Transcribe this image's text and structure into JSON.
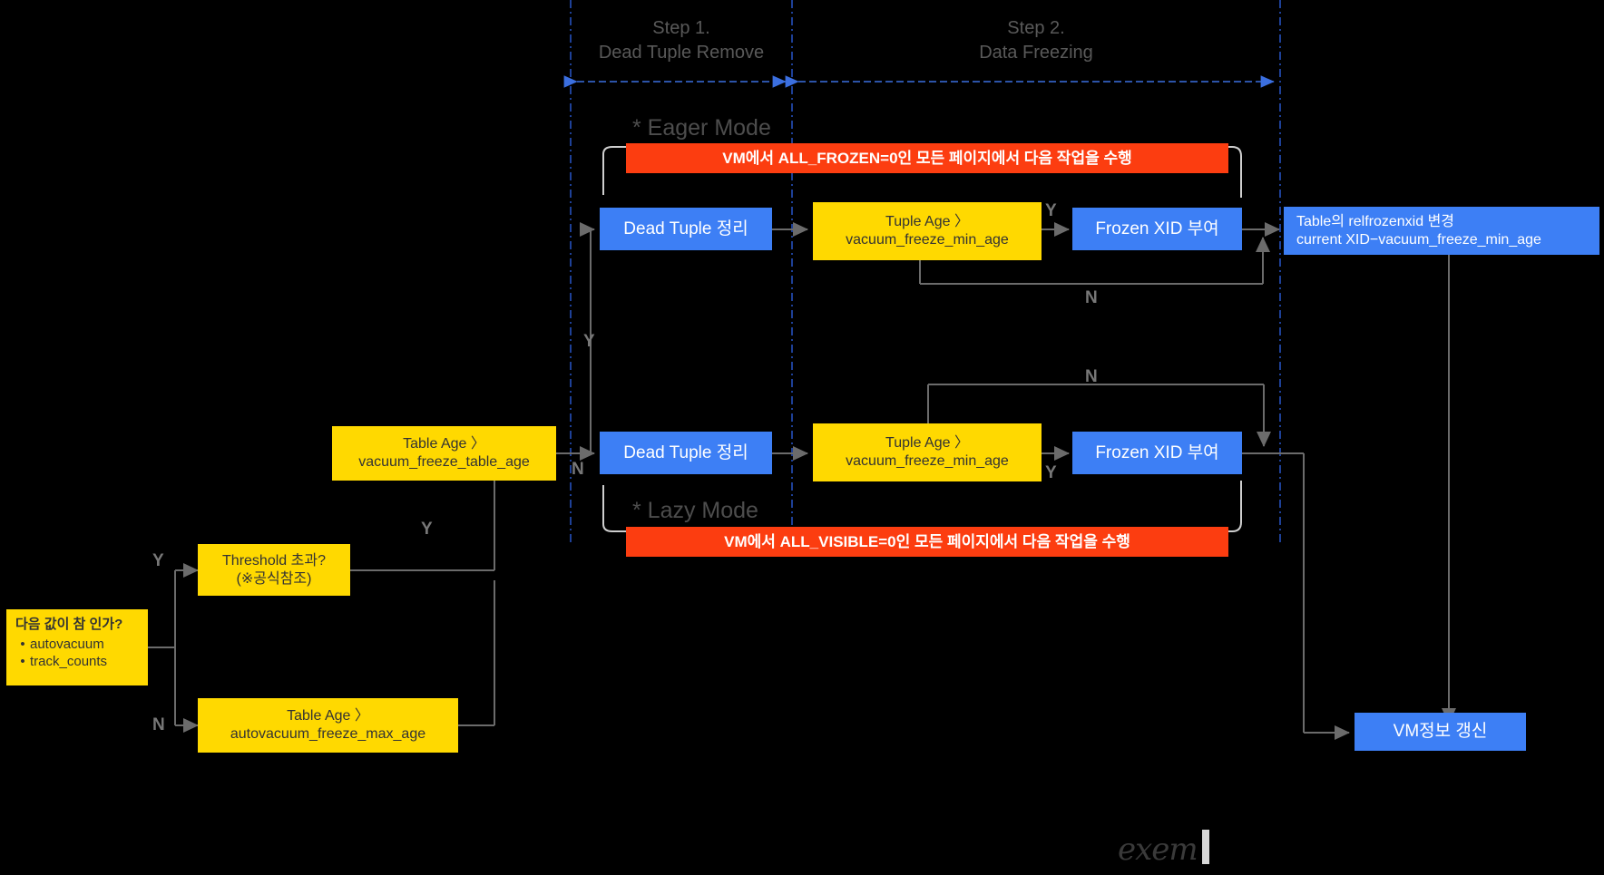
{
  "diagram": {
    "title_hidden": "",
    "colors": {
      "background": "#000000",
      "blue": "#3d7ff5",
      "yellow": "#ffd900",
      "orange": "#fc3d10",
      "line": "#6b6b6b",
      "step_divider": "#2a5bd7",
      "label": "#777777"
    },
    "steps": [
      {
        "id": "step1",
        "line1": "Step 1.",
        "line2": "Dead Tuple Remove"
      },
      {
        "id": "step2",
        "line1": "Step 2.",
        "line2": "Data Freezing"
      }
    ],
    "modes": [
      {
        "id": "eager",
        "label": "* Eager Mode",
        "banner": "VM에서 ALL_FROZEN=0인 모든 페이지에서 다음 작업을 수행"
      },
      {
        "id": "lazy",
        "label": "* Lazy Mode",
        "banner": "VM에서 ALL_VISIBLE=0인 모든 페이지에서 다음 작업을 수행"
      }
    ],
    "nodes": {
      "start_check": {
        "heading": "다음 값이 참 인가?",
        "items": [
          "autovacuum",
          "track_counts"
        ]
      },
      "threshold": {
        "line1": "Threshold 초과?",
        "line2": "(※공식참조)"
      },
      "table_age_autovacuum": {
        "line1": "Table Age 〉",
        "line2": "autovacuum_freeze_max_age"
      },
      "table_age_vacuum": {
        "line1": "Table Age 〉",
        "line2": "vacuum_freeze_table_age"
      },
      "dead_tuple_eager": {
        "label": "Dead Tuple 정리"
      },
      "dead_tuple_lazy": {
        "label": "Dead Tuple 정리"
      },
      "tuple_age_eager": {
        "line1": "Tuple Age 〉",
        "line2": "vacuum_freeze_min_age"
      },
      "tuple_age_lazy": {
        "line1": "Tuple Age 〉",
        "line2": "vacuum_freeze_min_age"
      },
      "frozen_xid_eager": {
        "label": "Frozen XID 부여"
      },
      "frozen_xid_lazy": {
        "label": "Frozen XID 부여"
      },
      "relfrozenxid": {
        "line1": "Table의 relfrozenxid 변경",
        "line2": "current XID−vacuum_freeze_min_age"
      },
      "vm_update": {
        "label": "VM정보 갱신"
      }
    },
    "edge_labels": {
      "start_yes": "Y",
      "start_no": "N",
      "threshold_yes": "Y",
      "table_age_yes": "Y",
      "table_age_no": "N",
      "tuple_age_eager_yes": "Y",
      "tuple_age_eager_no": "N",
      "tuple_age_lazy_yes": "Y",
      "tuple_age_lazy_no": "N"
    },
    "footer": {
      "logo": "exem"
    }
  }
}
